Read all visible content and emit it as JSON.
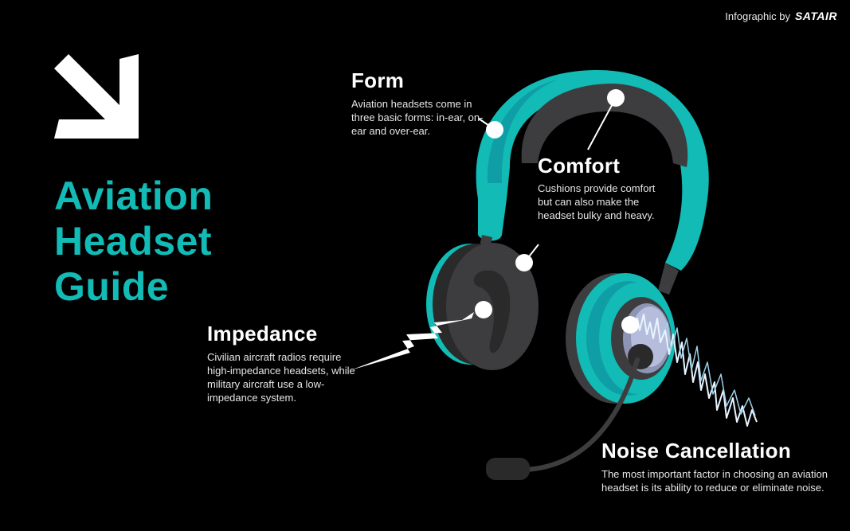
{
  "credit": {
    "prefix": "Infographic by",
    "brand": "SATAIR"
  },
  "title": {
    "lines": [
      "Aviation",
      "Headset",
      "Guide"
    ]
  },
  "colors": {
    "background": "#000000",
    "accent_teal": "#12bbb5",
    "teal_dark": "#0f9ea5",
    "gray_dark": "#3d3d3f",
    "gray_darker": "#2a2a2b",
    "lavender": "#b6bddc",
    "white": "#ffffff"
  },
  "icons": {
    "arrow": "arrow-down-right-icon",
    "lightning": "lightning-bolt-icon",
    "sound_wave": "sound-wave-icon",
    "headset": "headset-illustration"
  },
  "sections": {
    "form": {
      "heading": "Form",
      "body": "Aviation headsets come in three basic forms: in-ear, on-ear and over-ear."
    },
    "comfort": {
      "heading": "Comfort",
      "body": "Cushions provide comfort but can also make the headset bulky and heavy."
    },
    "impedance": {
      "heading": "Impedance",
      "body": "Civilian aircraft radios require high-impedance headsets, while military aircraft use a low-impedance system."
    },
    "noise": {
      "heading": "Noise Cancellation",
      "body": "The most important factor in choosing an aviation headset is its ability to reduce or eliminate noise."
    }
  }
}
